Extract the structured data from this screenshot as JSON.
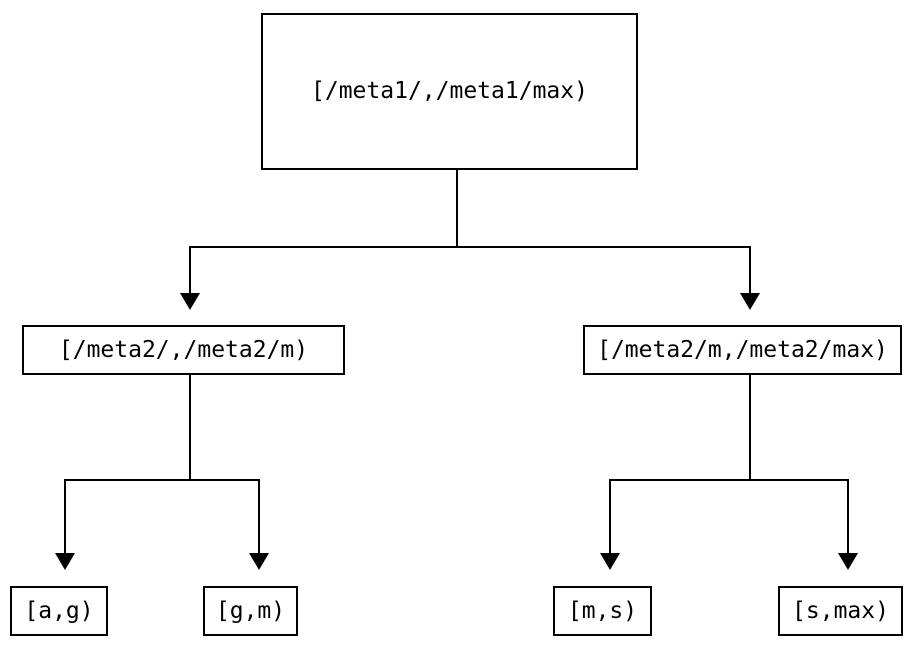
{
  "diagram": {
    "type": "binary-tree",
    "description": "Interval partition tree: a metadata key range split into sub-ranges and leaf key intervals",
    "background_color": "#ffffff",
    "line_color": "#000000",
    "text_color": "#000000",
    "node_border_color": "#000000",
    "nodes": {
      "root": {
        "id": "root",
        "label": "[/meta1/,/meta1/max)"
      },
      "left": {
        "id": "left",
        "label": "[/meta2/,/meta2/m)"
      },
      "right": {
        "id": "right",
        "label": "[/meta2/m,/meta2/max)"
      },
      "left_left": {
        "id": "left_left",
        "label": "[a,g)"
      },
      "left_right": {
        "id": "left_right",
        "label": "[g,m)"
      },
      "right_left": {
        "id": "right_left",
        "label": "[m,s)"
      },
      "right_right": {
        "id": "right_right",
        "label": "[s,max)"
      }
    },
    "edges": [
      {
        "from": "root",
        "to": "left"
      },
      {
        "from": "root",
        "to": "right"
      },
      {
        "from": "left",
        "to": "left_left"
      },
      {
        "from": "left",
        "to": "left_right"
      },
      {
        "from": "right",
        "to": "right_left"
      },
      {
        "from": "right",
        "to": "right_right"
      }
    ]
  }
}
